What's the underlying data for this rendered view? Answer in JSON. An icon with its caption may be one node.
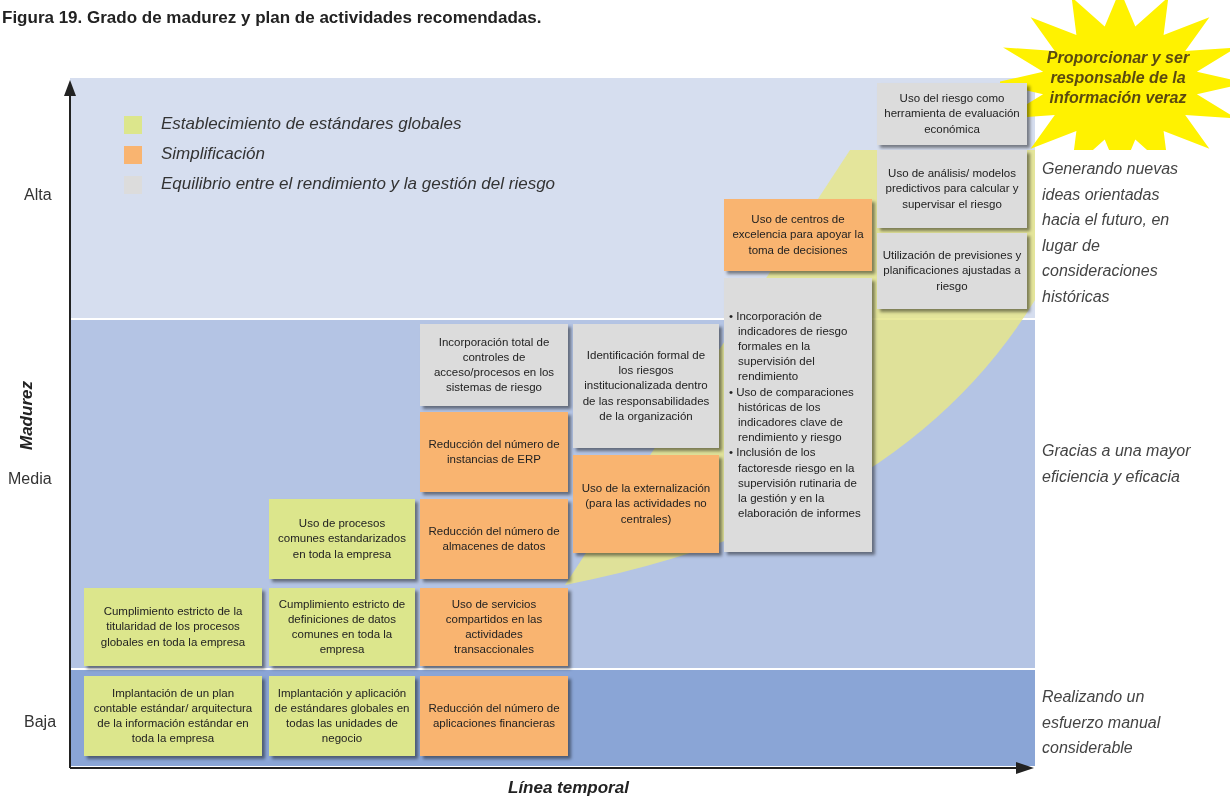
{
  "diagram": {
    "title": "Figura 19. Grado de madurez y plan de actividades recomendadas.",
    "nodes": [
      {
        "text": [
          "Cumplimiento estricto de la titularidad de los procesos globales en toda la empresa"
        ]
      },
      {
        "text": [
          "Implantación de un plan contable estándar/ arquitectura de la información estándar en toda la empresa"
        ]
      },
      {
        "text": [
          "Uso de procesos comunes estandarizados en toda la empresa"
        ]
      },
      {
        "text": [
          "Cumplimiento estricto de definiciones de datos comunes en toda la empresa"
        ]
      },
      {
        "text": [
          "Implantación y aplicación de estándares globales en todas las unidades de negocio"
        ]
      },
      {
        "text": [
          "Incorporación total de controles de acceso/procesos en los sistemas de riesgo"
        ]
      },
      {
        "text": [
          "Reducción del número de instancias de ERP"
        ]
      },
      {
        "text": [
          "Reducción del número de almacenes de datos"
        ]
      },
      {
        "text": [
          "Uso de servicios compartidos en las actividades transaccionales"
        ]
      },
      {
        "text": [
          "Reducción del número de aplicaciones financieras"
        ]
      },
      {
        "text": [
          "Identificación formal de los riesgos institucionalizada dentro de las responsabilidades de la organización"
        ]
      },
      {
        "text": [
          "Uso de la externalización (para las actividades no centrales)"
        ]
      },
      {
        "text": [
          "Uso de centros de excelencia para apoyar la toma de decisiones"
        ]
      },
      {
        "text": [
          "• Incorporación de indicadores de riesgo formales en la supervisión del rendimiento",
          "• Uso de comparaciones históricas de los indicadores clave de rendimiento y riesgo",
          "• Inclusión de los factoresde riesgo en la supervisión rutinaria de la gestión y en la elaboración de informes"
        ]
      },
      {
        "text": [
          "Uso del riesgo como herramienta de evaluación económica"
        ]
      },
      {
        "text": [
          "Uso de análisis/ modelos predictivos para calcular y supervisar el riesgo"
        ]
      },
      {
        "text": [
          "Utilización de previsiones y planificaciones ajustadas a riesgo"
        ]
      },
      {
        "text": [
          "Proporcionar y ser responsable de la información veraz"
        ]
      }
    ],
    "edges": [],
    "labels": [
      "Alta",
      "Media",
      "Baja",
      "Madurez",
      "Generando nuevas ideas orientadas hacia el futuro, en lugar de consideraciones históricas",
      "Gracias a una mayor eficiencia y eficacia",
      "Realizando un esfuerzo manual considerable",
      "Línea temporal"
    ],
    "legend": [
      {
        "text": "Establecimiento de estándares globales",
        "color": "#dce68c"
      },
      {
        "text": "Simplificación",
        "color": "#f9b470"
      },
      {
        "text": "Equilibrio entre el rendimiento y la gestión del riesgo",
        "color": "#dcdcdc"
      }
    ]
  }
}
